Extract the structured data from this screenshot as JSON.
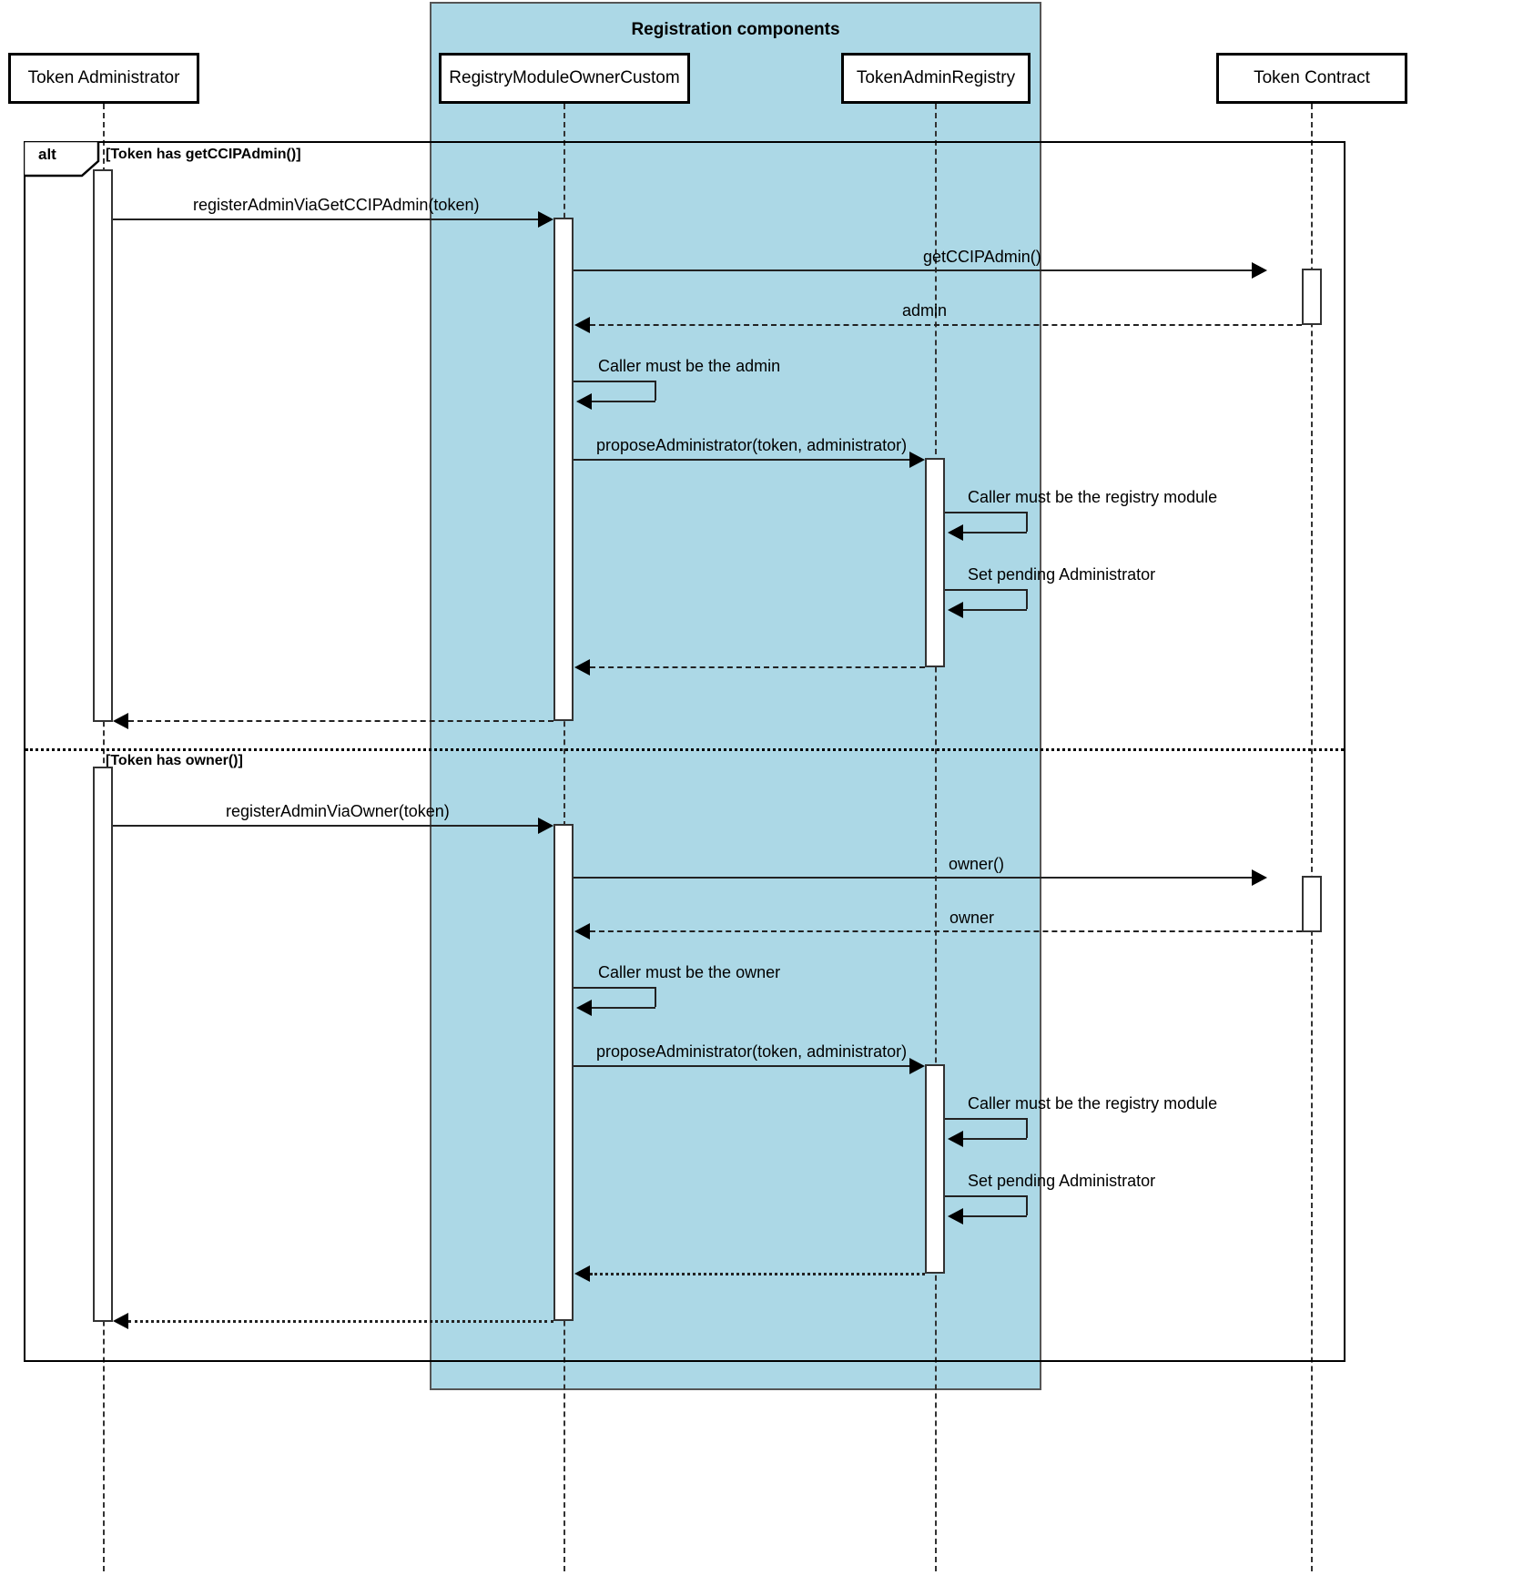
{
  "diagram": {
    "type": "uml-sequence-diagram",
    "group": {
      "title": "Registration components",
      "color": "#ACD8E6"
    },
    "participants": [
      {
        "name": "Token Administrator",
        "id": "token-administrator"
      },
      {
        "name": "RegistryModuleOwnerCustom",
        "id": "registry-module-owner-custom"
      },
      {
        "name": "TokenAdminRegistry",
        "id": "token-admin-registry"
      },
      {
        "name": "Token Contract",
        "id": "token-contract"
      }
    ],
    "fragment": {
      "operator": "alt",
      "branches": [
        {
          "condition": "[Token has getCCIPAdmin()]"
        },
        {
          "condition": "[Token has owner()]"
        }
      ]
    },
    "messages": [
      {
        "label": "registerAdminViaGetCCIPAdmin(token)",
        "from": "Token Administrator",
        "to": "RegistryModuleOwnerCustom",
        "kind": "call"
      },
      {
        "label": "getCCIPAdmin()",
        "from": "RegistryModuleOwnerCustom",
        "to": "Token Contract",
        "kind": "call"
      },
      {
        "label": "admin",
        "from": "Token Contract",
        "to": "RegistryModuleOwnerCustom",
        "kind": "return"
      },
      {
        "label": "Caller must be the admin",
        "from": "RegistryModuleOwnerCustom",
        "to": "RegistryModuleOwnerCustom",
        "kind": "self"
      },
      {
        "label": "proposeAdministrator(token, administrator)",
        "from": "RegistryModuleOwnerCustom",
        "to": "TokenAdminRegistry",
        "kind": "call"
      },
      {
        "label": "Caller must be the registry module",
        "from": "TokenAdminRegistry",
        "to": "TokenAdminRegistry",
        "kind": "self"
      },
      {
        "label": "Set pending Administrator",
        "from": "TokenAdminRegistry",
        "to": "TokenAdminRegistry",
        "kind": "self"
      },
      {
        "label": "",
        "from": "TokenAdminRegistry",
        "to": "RegistryModuleOwnerCustom",
        "kind": "return"
      },
      {
        "label": "",
        "from": "RegistryModuleOwnerCustom",
        "to": "Token Administrator",
        "kind": "return"
      },
      {
        "label": "registerAdminViaOwner(token)",
        "from": "Token Administrator",
        "to": "RegistryModuleOwnerCustom",
        "kind": "call"
      },
      {
        "label": "owner()",
        "from": "RegistryModuleOwnerCustom",
        "to": "Token Contract",
        "kind": "call"
      },
      {
        "label": "owner",
        "from": "Token Contract",
        "to": "RegistryModuleOwnerCustom",
        "kind": "return"
      },
      {
        "label": "Caller must be the owner",
        "from": "RegistryModuleOwnerCustom",
        "to": "RegistryModuleOwnerCustom",
        "kind": "self"
      },
      {
        "label": "proposeAdministrator(token, administrator)",
        "from": "RegistryModuleOwnerCustom",
        "to": "TokenAdminRegistry",
        "kind": "call"
      },
      {
        "label": "Caller must be the registry module",
        "from": "TokenAdminRegistry",
        "to": "TokenAdminRegistry",
        "kind": "self"
      },
      {
        "label": "Set pending Administrator",
        "from": "TokenAdminRegistry",
        "to": "TokenAdminRegistry",
        "kind": "self"
      },
      {
        "label": "",
        "from": "TokenAdminRegistry",
        "to": "RegistryModuleOwnerCustom",
        "kind": "return"
      },
      {
        "label": "",
        "from": "RegistryModuleOwnerCustom",
        "to": "Token Administrator",
        "kind": "return"
      }
    ]
  }
}
